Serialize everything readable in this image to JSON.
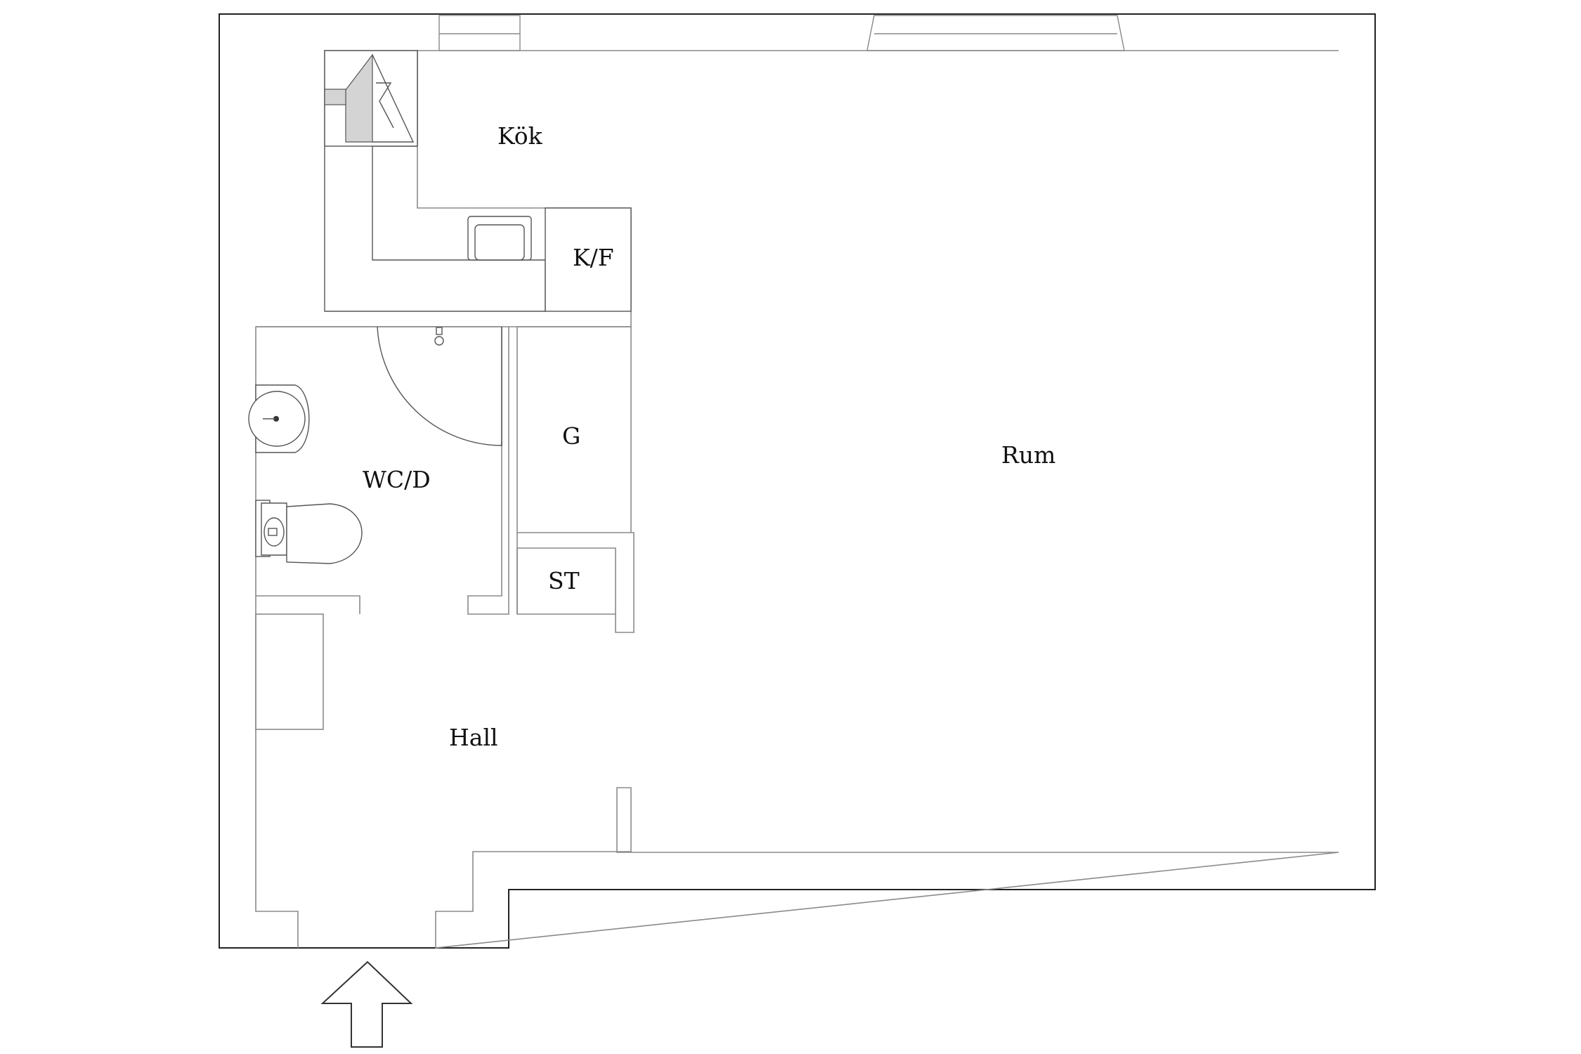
{
  "rooms": {
    "kitchen": "Kök",
    "fridge_freezer": "K/F",
    "wardrobe": "G",
    "bathroom": "WC/D",
    "closet": "ST",
    "living_room": "Rum",
    "hall": "Hall"
  },
  "icons": {
    "entrance": "entrance-arrow-icon",
    "sink": "washbasin-icon",
    "toilet": "toilet-icon",
    "shower": "shower-icon",
    "stove": "stove-icon"
  }
}
